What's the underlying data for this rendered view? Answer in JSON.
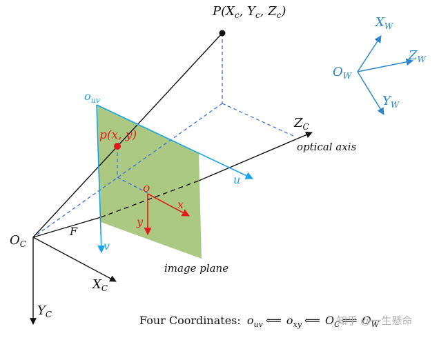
{
  "colors": {
    "black": "#111111",
    "blue": "#1aa3e8",
    "world_blue": "#2e86c8",
    "dash_blue": "#3b6fd6",
    "red": "#e01b1b",
    "plane_fill": "#9dbf6e"
  },
  "labels": {
    "P_label": "P(X_c, Y_c, Z_c)",
    "p_label": "p(x, y)",
    "o_uv": "o_uv",
    "u": "u",
    "v": "v",
    "o": "o",
    "x": "x",
    "y": "y",
    "Zc": "Z_C",
    "optical_axis": "optical axis",
    "Oc": "O_C",
    "F": "F",
    "Xc": "X_C",
    "Yc": "Y_C",
    "image_plane": "image plane",
    "Ow": "O_W",
    "Xw": "X_W",
    "Yw": "Y_W",
    "Zw": "Z_W"
  },
  "caption": {
    "prefix": "Four Coordinates:",
    "o_uv": "o",
    "o_uv_sub": "uv",
    "arrow1": "⟸",
    "o_xy": "o",
    "o_xy_sub": "xy",
    "arrow2": "⟸",
    "Oc": "O",
    "Oc_sub": "C",
    "arrow3": "⟸",
    "Ow": "O",
    "Ow_sub": "W"
  },
  "watermark": "知乎 @一生懸命"
}
